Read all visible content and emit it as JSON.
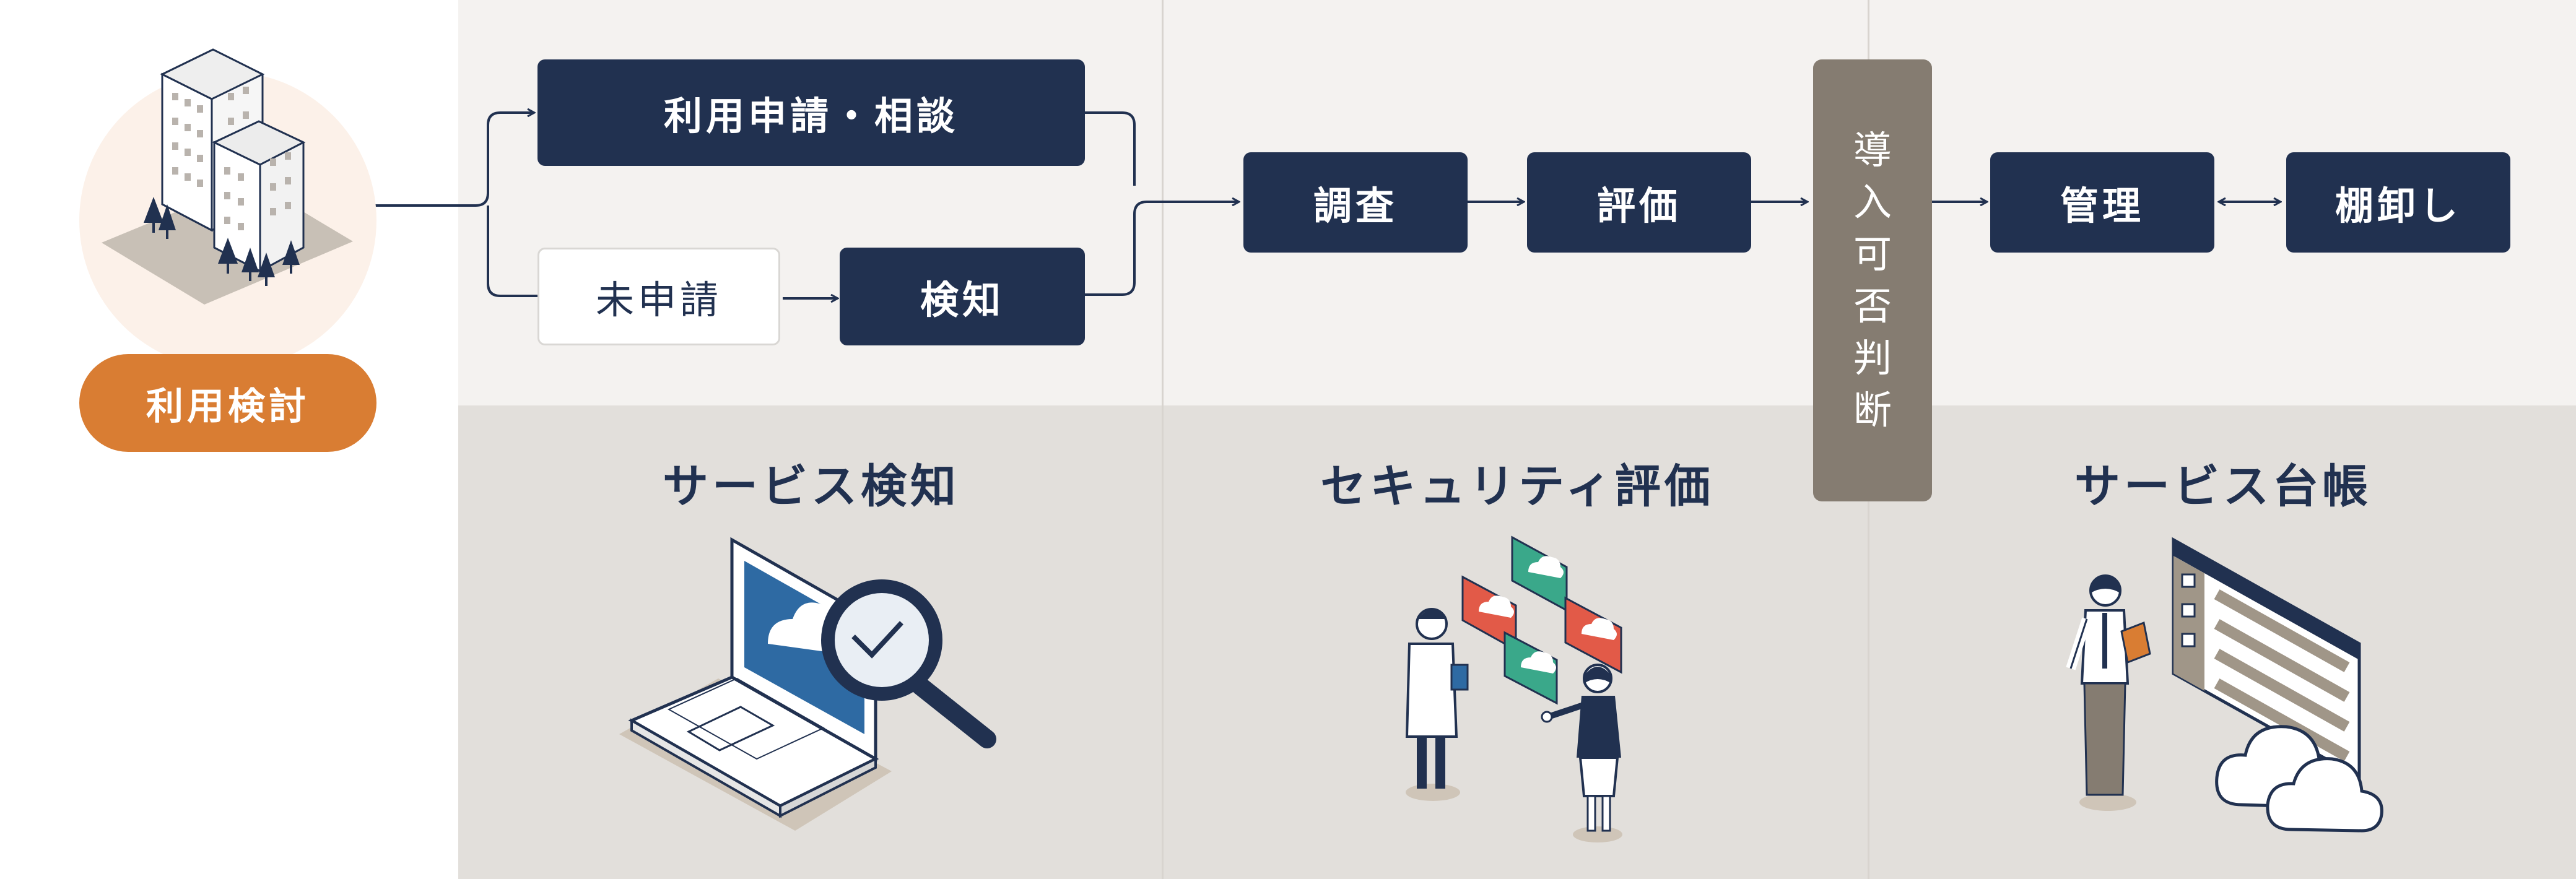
{
  "start": {
    "label": "利用検討"
  },
  "flow": {
    "apply": "利用申請・相談",
    "unapplied": "未申請",
    "detect": "検知",
    "survey": "調査",
    "evaluate": "評価",
    "decision": "導入可否判断",
    "manage": "管理",
    "inventory": "棚卸し"
  },
  "sections": [
    {
      "title": "サービス検知",
      "illustration": "laptop-magnifier-icon"
    },
    {
      "title": "セキュリティ評価",
      "illustration": "people-evaluating-cloud-cards-icon"
    },
    {
      "title": "サービス台帳",
      "illustration": "person-with-ledger-and-cloud-icon"
    }
  ],
  "colors": {
    "navy": "#213150",
    "orange": "#d97d33",
    "taupe": "#857c71",
    "panel_top": "#f4f2f0",
    "panel_bottom": "#e2dfdb",
    "line": "#213150"
  }
}
